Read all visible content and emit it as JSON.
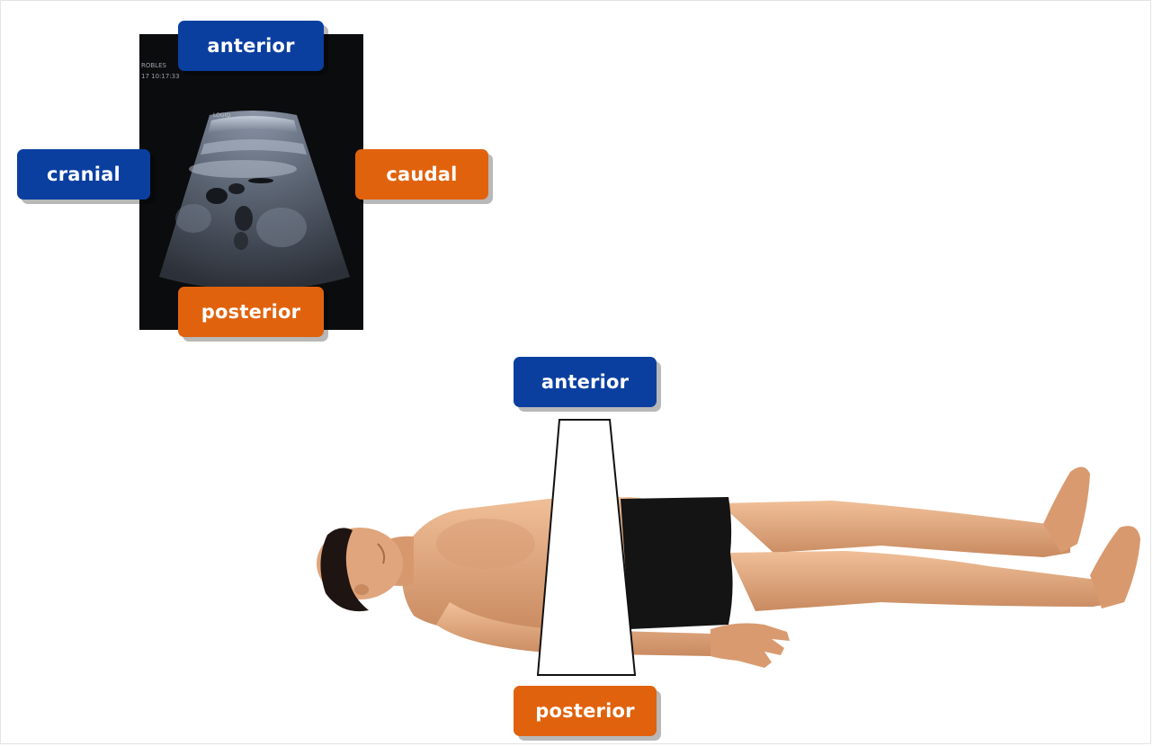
{
  "ultrasound": {
    "labels": {
      "anterior": "anterior",
      "cranial": "cranial",
      "caudal": "caudal",
      "posterior": "posterior"
    },
    "screen_text": {
      "patient": "ROBLES",
      "time": "17 10:17:33",
      "probe": "LOGIQ"
    }
  },
  "body_view": {
    "labels": {
      "anterior": "anterior",
      "posterior": "posterior"
    }
  },
  "colors": {
    "anterior_cranial_label": "#0a3fa0",
    "posterior_caudal_label": "#e1620d",
    "skin": "#e2a57c",
    "shorts": "#141414",
    "hair": "#1e1411"
  }
}
